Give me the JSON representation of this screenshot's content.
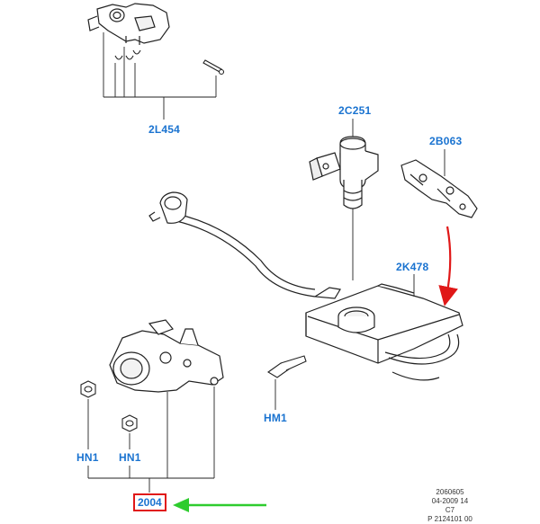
{
  "parts": {
    "top_assembly": "2L454",
    "sensor": "2C251",
    "bracket": "2B063",
    "reservoir": "2K478",
    "bolt_right": "HM1",
    "nut_left": "HN1",
    "nut_middle": "HN1",
    "valve": "2004"
  },
  "stamp": {
    "line1": "2060605",
    "line2": "04-2009 14",
    "line3": "C7",
    "line4": "P 2124101 00"
  },
  "colors": {
    "label": "#1a73d0",
    "highlight_box": "#e01818",
    "arrow_red": "#e01818",
    "arrow_green": "#2ecc2e",
    "line_art": "#222222"
  }
}
